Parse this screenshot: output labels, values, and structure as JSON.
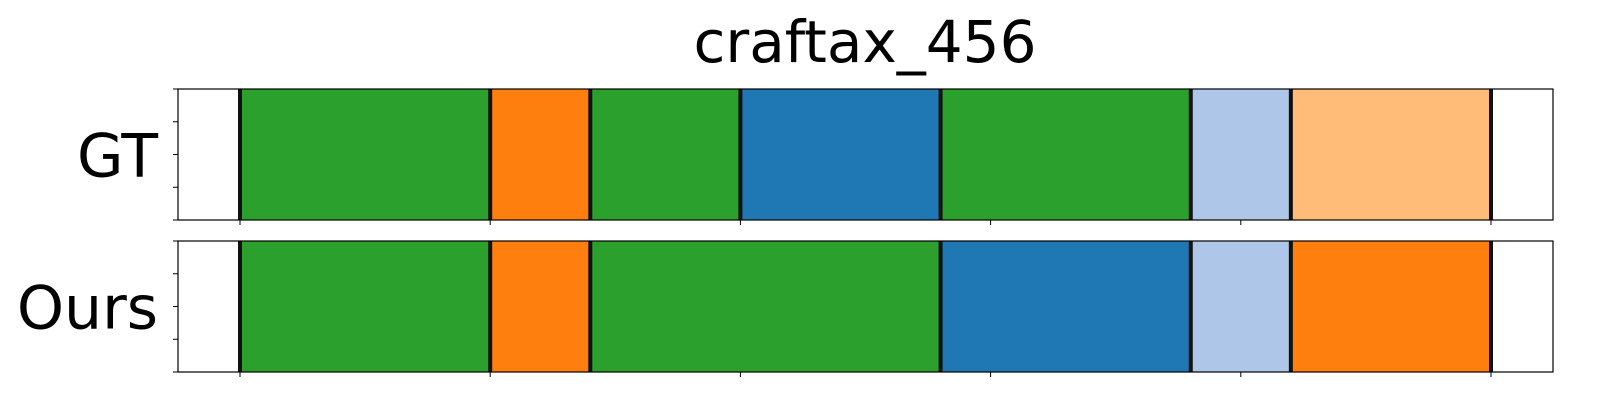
{
  "chart_data": {
    "type": "segmentation-bar",
    "title": "craftax_456",
    "xlim": [
      0,
      50
    ],
    "rows": [
      {
        "label": "GT",
        "segments": [
          {
            "start": 2.5,
            "end": 12.5,
            "color": "#2ca02c"
          },
          {
            "start": 12.5,
            "end": 16.5,
            "color": "#ff7f0e"
          },
          {
            "start": 16.5,
            "end": 22.5,
            "color": "#2ca02c"
          },
          {
            "start": 22.5,
            "end": 30.5,
            "color": "#1f77b4"
          },
          {
            "start": 30.5,
            "end": 40.5,
            "color": "#2ca02c"
          },
          {
            "start": 40.5,
            "end": 44.5,
            "color": "#aec7e8"
          },
          {
            "start": 44.5,
            "end": 52.5,
            "color": "#ffbb78"
          }
        ],
        "boundaries": [
          2.5,
          12.5,
          16.5,
          22.5,
          30.5,
          40.5,
          44.5,
          52.5
        ]
      },
      {
        "label": "Ours",
        "segments": [
          {
            "start": 2.5,
            "end": 12.5,
            "color": "#2ca02c"
          },
          {
            "start": 12.5,
            "end": 16.5,
            "color": "#ff7f0e"
          },
          {
            "start": 16.5,
            "end": 30.5,
            "color": "#2ca02c"
          },
          {
            "start": 30.5,
            "end": 40.5,
            "color": "#1f77b4"
          },
          {
            "start": 40.5,
            "end": 44.5,
            "color": "#aec7e8"
          },
          {
            "start": 44.5,
            "end": 52.5,
            "color": "#ff7f0e"
          }
        ],
        "boundaries": [
          2.5,
          12.5,
          16.5,
          30.5,
          40.5,
          44.5,
          52.5
        ]
      }
    ],
    "xticks": [
      2.5,
      12.5,
      22.5,
      32.5,
      42.5,
      52.5
    ],
    "grid": false,
    "legend": "none"
  }
}
